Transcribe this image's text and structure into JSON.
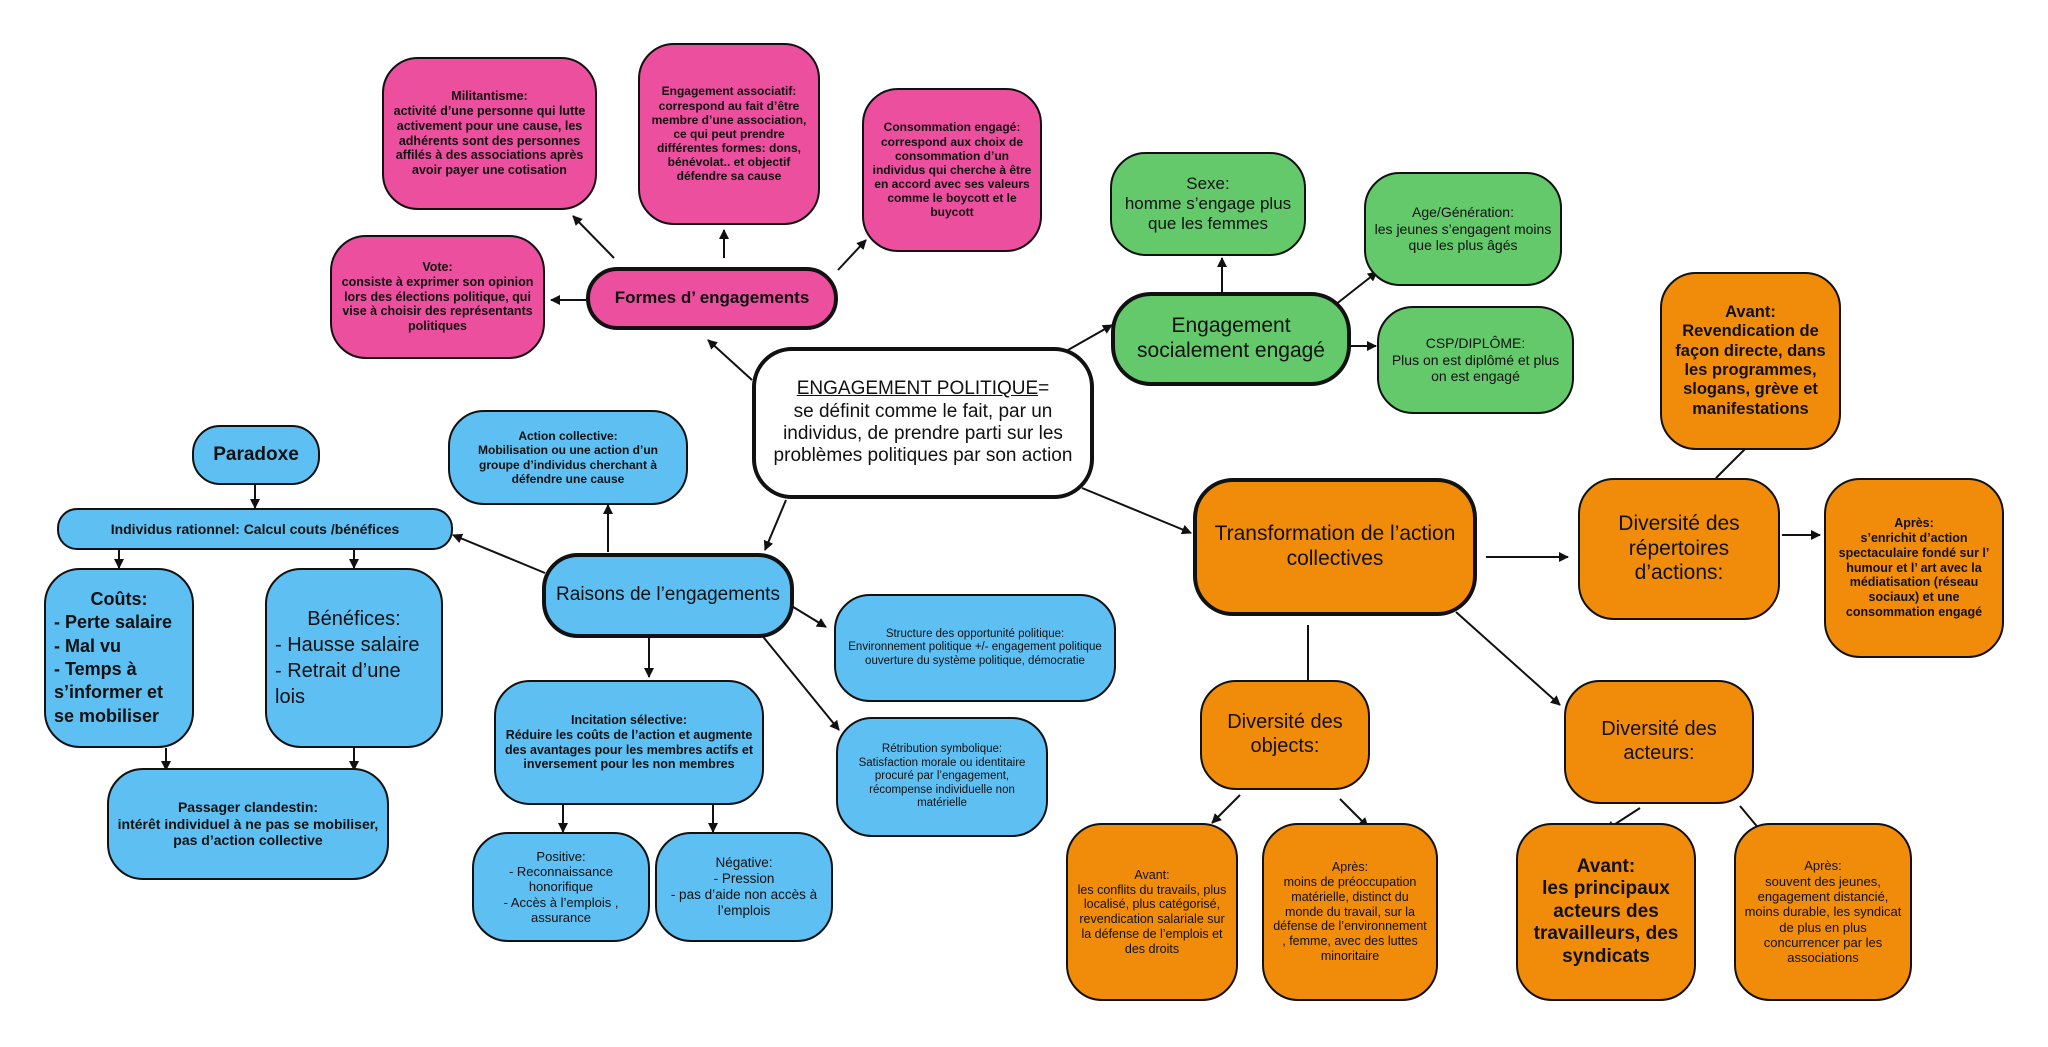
{
  "colors": {
    "pink": "#ec4f9d",
    "green": "#63c96b",
    "blue": "#5ebff2",
    "orange": "#f08c0a",
    "center": "#ffffff",
    "line": "#111111"
  },
  "center": {
    "title": "ENGAGEMENT POLITIQUE",
    "sign": "=",
    "text": "se définit comme le fait, par un individus, de prendre parti sur les problèmes politiques par son action"
  },
  "formes": {
    "title": "Formes d’ engagements",
    "militantisme": "Militantisme:\nactivité d’une personne qui lutte activement pour une cause, les adhérents sont des personnes affilés à des associations après avoir payer une cotisation",
    "associatif": "Engagement associatif:\ncorrespond au fait d’être membre d’une association, ce qui peut prendre différentes formes: dons, bénévolat.. et objectif défendre sa cause",
    "consommation": "Consommation engagé:\ncorrespond aux choix de consommation  d’un individus qui cherche à être en accord avec ses valeurs  comme le boycott et le buycott",
    "vote": "Vote:\nconsiste à exprimer son opinion lors des élections politique, qui vise à choisir des représentants politiques"
  },
  "social": {
    "title": "Engagement socialement engagé",
    "sexe": "Sexe:\nhomme s’engage plus que les femmes",
    "age": "Age/Génération:\nles jeunes s’engagent moins que les plus âgés",
    "csp": "CSP/DIPLÔME:\nPlus on est diplômé et plus on est engagé"
  },
  "raisons": {
    "title": "Raisons de l’engagements",
    "action_collective": "Action collective:\nMobilisation ou une action d’un groupe d’individus cherchant à défendre une cause",
    "paradoxe": "Paradoxe",
    "individus": "Individus rationnel: Calcul couts /bénéfices",
    "couts_title": "Coûts:",
    "couts_items": [
      "-    Perte salaire",
      "-    Mal vu",
      "-    Temps à s’informer et se mobiliser"
    ],
    "benefices_title": "Bénéfices:",
    "benefices_items": [
      "-    Hausse salaire",
      "- Retrait d’une lois"
    ],
    "passager": "Passager clandestin:\nintérêt individuel à ne pas se mobiliser, pas d’action collective",
    "structure": "Structure des opportunité politique:\nEnvironnement politique +/- engagement politique\nouverture du système politique, démocratie",
    "incitation": "Incitation sélective:\nRéduire les coûts de l’action et augmente des avantages pour les membres actifs et inversement pour les non membres",
    "positive_title": "Positive:",
    "positive_items": [
      "-    Reconnaissance honorifique",
      "-   Accès à l’emplois , assurance"
    ],
    "negative_title": "Négative:",
    "negative_items": [
      "-         Pression",
      "-    pas d’aide non accès à l’emplois"
    ],
    "retribution": "Rétribution symbolique:\nSatisfaction morale ou identitaire procuré par l’engagement, récompense individuelle non  matérielle"
  },
  "transformation": {
    "title": "Transformation de l’action collectives",
    "repertoires": "Diversité des répertoires d’actions:",
    "rep_avant": "Avant:\nRevendication de façon directe, dans les programmes, slogans, grève et manifestations",
    "rep_apres": "Après:\ns’enrichit d’action spectaculaire fondé sur l’ humour et l’ art avec la médiatisation (réseau sociaux) et une consommation engagé",
    "objects": "Diversité des objects:",
    "obj_avant": "Avant:\nles conflits du travails, plus localisé, plus catégorisé, revendication salariale sur la défense de l’emplois et des droits",
    "obj_apres": "Après:\nmoins de préoccupation matérielle, distinct du monde du travail, sur la défense de l’environnement , femme, avec des luttes minoritaire",
    "acteurs": "Diversité des acteurs:",
    "act_avant": "Avant:\nles principaux acteurs des travailleurs, des syndicats",
    "act_apres": "Après:\nsouvent des jeunes, engagement distancié, moins durable, les syndicat de plus en plus concurrencer par les associations"
  }
}
